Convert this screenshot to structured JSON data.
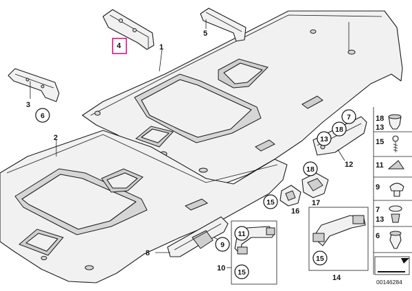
{
  "labels": {
    "l1": "1",
    "l2": "2",
    "l3": "3",
    "l4": "4",
    "l5": "5",
    "l8": "8",
    "l10": "10",
    "l12": "12",
    "l14": "14",
    "l16": "16",
    "l17": "17"
  },
  "circles": {
    "c6": "6",
    "c7": "7",
    "c9": "9",
    "c11": "11",
    "c13": "13",
    "c15a": "15",
    "c15b": "15",
    "c15c": "15",
    "c18a": "18",
    "c18b": "18"
  },
  "sidebar": {
    "items": [
      "18",
      "13",
      "15",
      "11",
      "9",
      "7",
      "13",
      "6"
    ]
  },
  "reference_number": "00146284",
  "colors": {
    "highlight": "#e0117f",
    "line": "#1a1a1a",
    "fill": "#f1f1f1"
  }
}
